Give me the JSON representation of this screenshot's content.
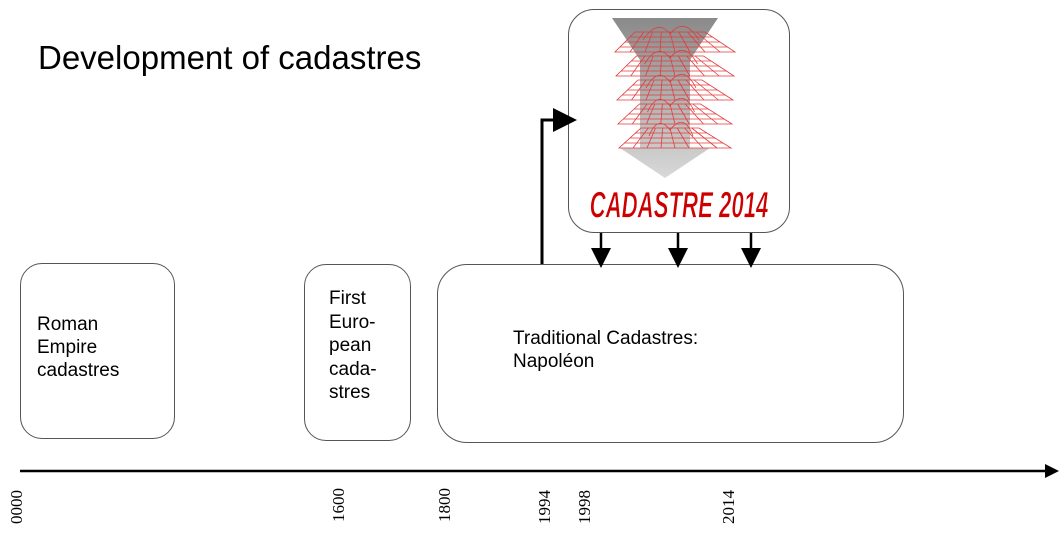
{
  "title": "Development  of cadastres",
  "boxes": {
    "roman": "Roman\nEmpire\ncadastres",
    "european": "First\nEuro-\npean\ncada-\nstres",
    "traditional": "Traditional Cadastres:\nNapoléon"
  },
  "logo": {
    "text": "CADASTRE 2014",
    "text_color": "#cc0000",
    "mesh_color": "#e23b3b",
    "arrow_color": "#9a9a9a"
  },
  "timeline": {
    "years": [
      "0000",
      "1600",
      "1800",
      "1994",
      "1998",
      "2014"
    ]
  }
}
